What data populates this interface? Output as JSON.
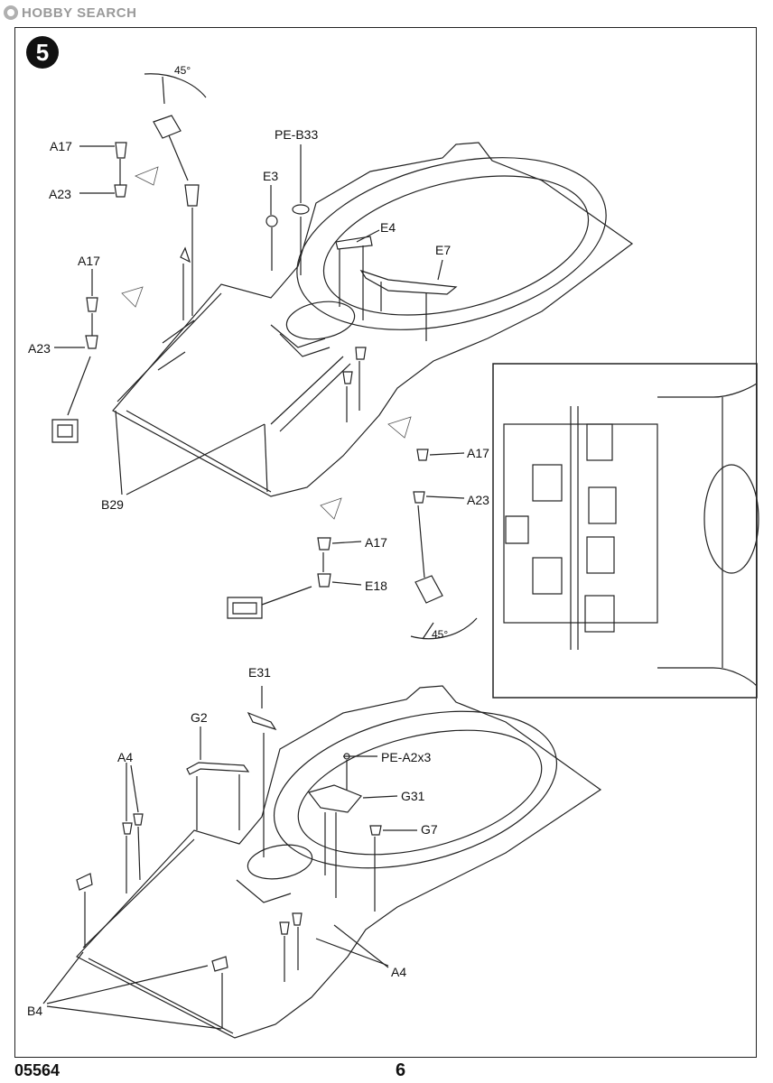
{
  "watermark": "HOBBY SEARCH",
  "step_number": "5",
  "labels": {
    "a17_1": "A17",
    "a23_1": "A23",
    "angle_top": "45°",
    "pe_b33": "PE-B33",
    "e3": "E3",
    "e4": "E4",
    "e7": "E7",
    "a17_2": "A17",
    "a23_2": "A23",
    "b29": "B29",
    "a17_3": "A17",
    "a23_3": "A23",
    "a17_4": "A17",
    "e18": "E18",
    "angle_bottom": "45°",
    "e31": "E31",
    "g2": "G2",
    "a4_1": "A4",
    "pe_a2x3": "PE-A2x3",
    "g31": "G31",
    "g7": "G7",
    "a4_2": "A4",
    "b4": "B4"
  },
  "footer": {
    "code": "05564",
    "page": "6"
  }
}
